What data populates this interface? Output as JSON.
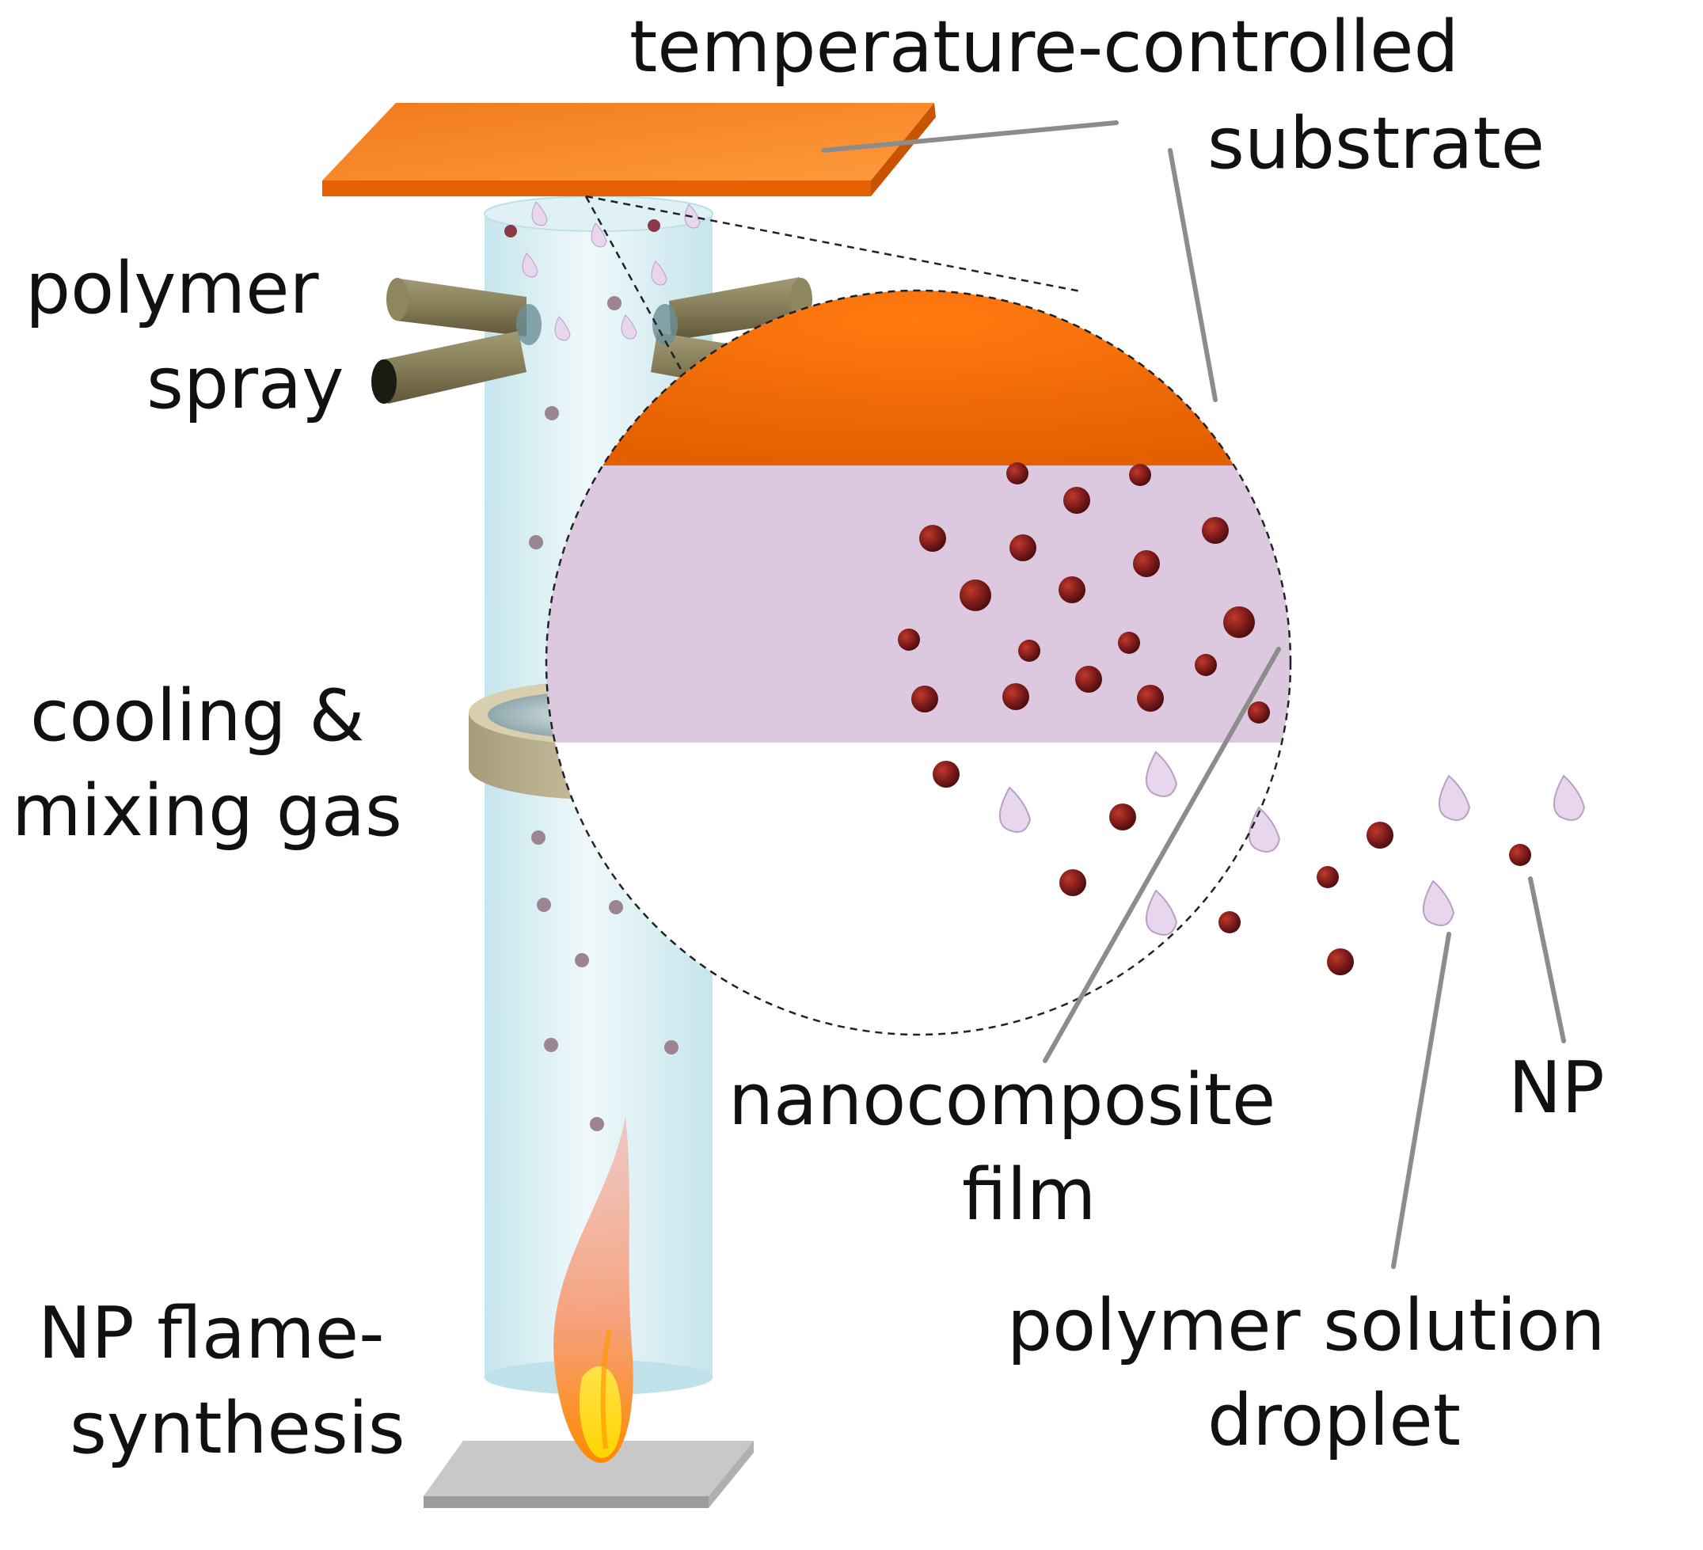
{
  "labels": {
    "substrate_line1": "temperature-controlled",
    "substrate_line2": "substrate",
    "spray_line1": "polymer",
    "spray_line2": "spray",
    "cooling_line1": "cooling &",
    "cooling_line2": "mixing gas",
    "flame_line1": "NP flame-",
    "flame_line2": "synthesis",
    "film_line1": "nanocomposite",
    "film_line2": "film",
    "np": "NP",
    "droplet_line1": "polymer solution",
    "droplet_line2": "droplet"
  },
  "colors": {
    "substrate": "#f47a1f",
    "substrate_dark": "#c95400",
    "film": "#dcc9e0",
    "tube": "#cfe9f0",
    "nozzle": "#8a8060",
    "nanoparticle": "#6b1a1a",
    "droplet": "#e8d6ef",
    "leader": "#8c8c8c"
  }
}
